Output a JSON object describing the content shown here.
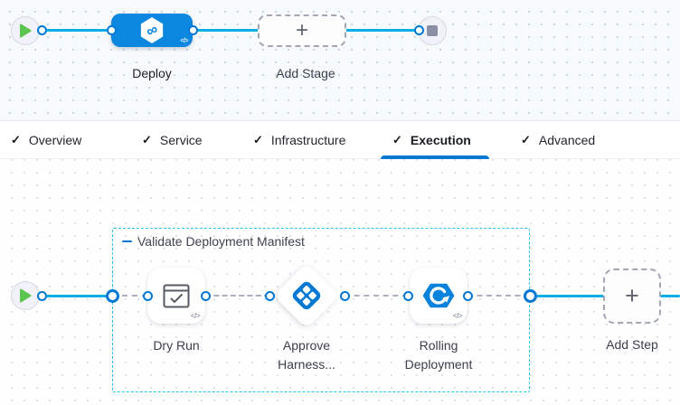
{
  "glyphs": {
    "plus": "+",
    "code": "</>",
    "infinity": "∞",
    "check": "✓"
  },
  "stage_graph": {
    "stage": {
      "label": "Deploy",
      "icon": "harness-cd-hexagon"
    },
    "add_stage": {
      "label": "Add Stage"
    },
    "start": {
      "icon": "play"
    },
    "end": {
      "icon": "stop"
    }
  },
  "tabs": {
    "items": [
      {
        "label": "Overview",
        "checked": true
      },
      {
        "label": "Service",
        "checked": true
      },
      {
        "label": "Infrastructure",
        "checked": true
      },
      {
        "label": "Execution",
        "checked": true,
        "active": true
      },
      {
        "label": "Advanced",
        "checked": true
      }
    ],
    "active_tab": "Execution"
  },
  "execution_graph": {
    "group_label": "Validate Deployment Manifest",
    "steps": [
      {
        "label": "Dry Run",
        "icon": "dry-run-check-window"
      },
      {
        "label": "Approve Harness...",
        "icon": "harness-approval-diamond"
      },
      {
        "label": "Rolling Deployment",
        "icon": "rolling-deployment-hexagon"
      }
    ],
    "add_step": {
      "label": "Add Step"
    }
  },
  "colors": {
    "primary_blue": "#0278D5",
    "node_blue": "#0B87E0",
    "connector_cyan": "#0BAEE6",
    "group_border_cyan": "#27C3EC",
    "play_green": "#5CC450",
    "stop_gray": "#8C90A6"
  }
}
